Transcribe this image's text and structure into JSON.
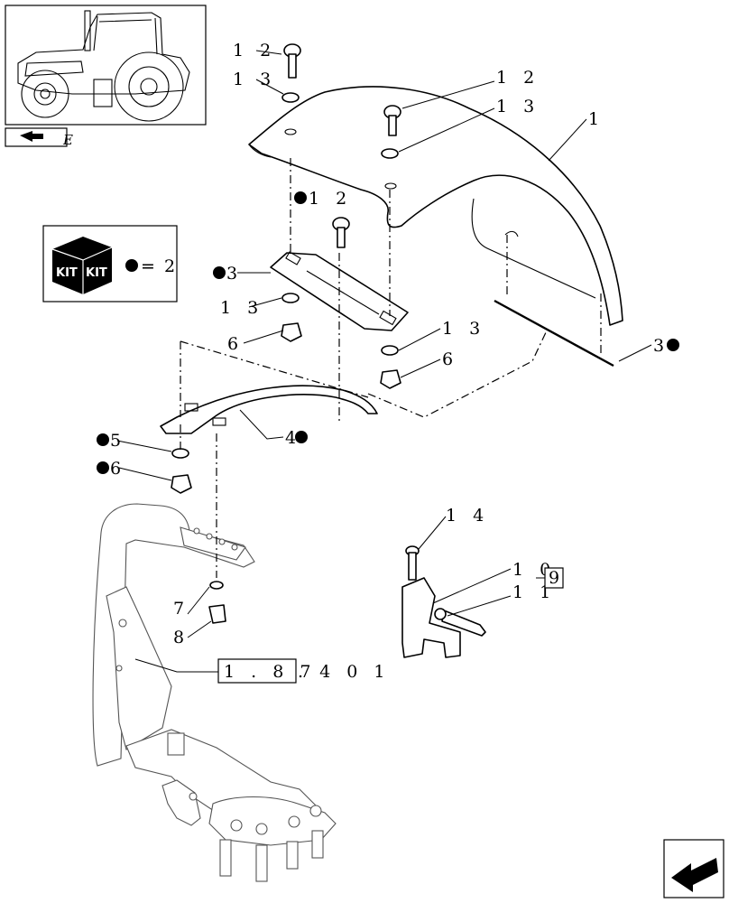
{
  "header": {
    "section_mark": "E",
    "kit_badge_text": "KIT",
    "kit_legend": "= 2"
  },
  "callouts": [
    {
      "id": "c1",
      "text": "1"
    },
    {
      "id": "c12a",
      "text": "1 2"
    },
    {
      "id": "c13a",
      "text": "1 3"
    },
    {
      "id": "c12b",
      "text": "1 2"
    },
    {
      "id": "c13b",
      "text": "1 3"
    },
    {
      "id": "c12c",
      "text": "1 2"
    },
    {
      "id": "c3",
      "text": "3"
    },
    {
      "id": "c13c",
      "text": "1 3"
    },
    {
      "id": "c6a",
      "text": "6"
    },
    {
      "id": "c13d",
      "text": "1 3"
    },
    {
      "id": "c6b",
      "text": "6"
    },
    {
      "id": "c3b",
      "text": "3"
    },
    {
      "id": "c4",
      "text": "4"
    },
    {
      "id": "c5",
      "text": "5"
    },
    {
      "id": "c6c",
      "text": "6"
    },
    {
      "id": "c14",
      "text": "1 4"
    },
    {
      "id": "c10",
      "text": "1 0"
    },
    {
      "id": "c11",
      "text": "1 1"
    },
    {
      "id": "c9",
      "text": "9"
    },
    {
      "id": "c7",
      "text": "7"
    },
    {
      "id": "c8",
      "text": "8"
    },
    {
      "id": "ref",
      "text": "1 . 8 7",
      "suffix": ". 4  0 1"
    }
  ],
  "icons": {
    "tractor": "tractor-thumbnail-icon",
    "kit": "kit-box-icon",
    "nav_arrow": "return-arrow-icon",
    "page_arrow": "next-page-arrow-icon"
  }
}
